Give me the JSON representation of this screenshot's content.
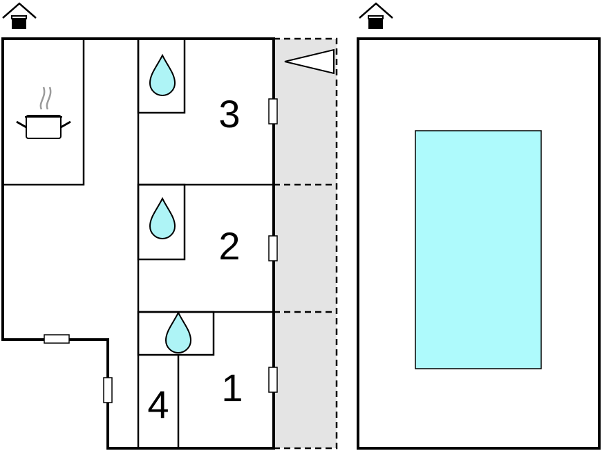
{
  "rooms": [
    {
      "id": "room-3",
      "label": "3"
    },
    {
      "id": "room-2",
      "label": "2"
    },
    {
      "id": "room-1",
      "label": "1"
    },
    {
      "id": "room-4",
      "label": "4"
    }
  ],
  "colors": {
    "wall": "#000000",
    "water": "#aef4f6",
    "pool": "#aefafc",
    "terrace": "#e4e4e4",
    "steam": "#9a9a9a"
  },
  "icons": {
    "house_marker": "house-icon",
    "kitchen": "cooking-pot-icon",
    "bathroom": "water-drop-icon",
    "terrace_marker": "triangle-icon"
  }
}
